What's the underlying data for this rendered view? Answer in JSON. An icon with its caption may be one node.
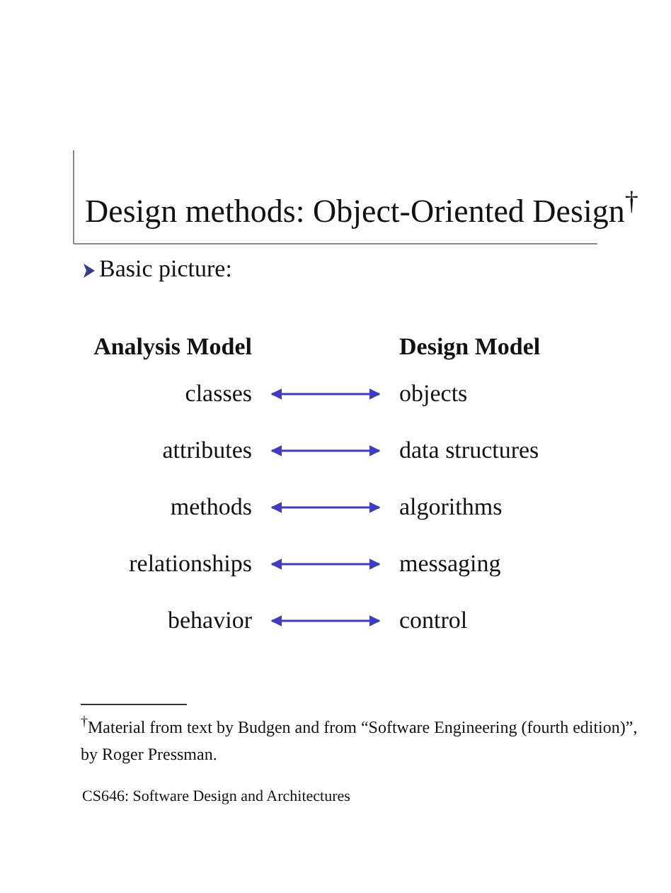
{
  "diagram": {
    "title": "Design methods: Object-Oriented Design$^{†}$",
    "nodes": [
      {
        "text": [
          "classes"
        ]
      },
      {
        "text": [
          "objects"
        ]
      },
      {
        "text": [
          "attributes"
        ]
      },
      {
        "text": [
          "data structures"
        ]
      },
      {
        "text": [
          "methods"
        ]
      },
      {
        "text": [
          "algorithms"
        ]
      },
      {
        "text": [
          "relationships"
        ]
      },
      {
        "text": [
          "messaging"
        ]
      },
      {
        "text": [
          "behavior"
        ]
      },
      {
        "text": [
          "control"
        ]
      }
    ],
    "edges": [
      {
        "from": 0,
        "to": 1,
        "arrow": "both"
      },
      {
        "from": 2,
        "to": 3,
        "arrow": "both"
      },
      {
        "from": 4,
        "to": 5,
        "arrow": "both"
      },
      {
        "from": 6,
        "to": 7,
        "arrow": "both"
      },
      {
        "from": 8,
        "to": 9,
        "arrow": "both"
      }
    ],
    "labels": [
      "Basic picture:",
      "Analysis Model",
      "Design Model",
      "$^{†}$Material from text by Budgen and from “Software Engineering (fourth edition)”, by Roger Pressman.",
      "CS646: Software Design and Architectures"
    ]
  }
}
